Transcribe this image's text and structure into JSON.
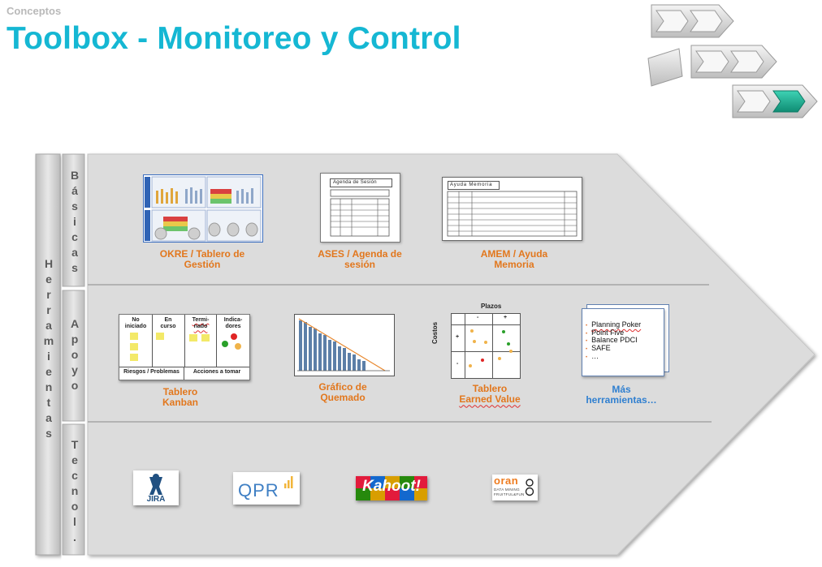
{
  "header": {
    "section": "Conceptos",
    "title": "Toolbox - Monitoreo y Control"
  },
  "labels": {
    "outer": [
      "H",
      "e",
      "r",
      "r",
      "a",
      "m",
      "i",
      "e",
      "n",
      "t",
      "a",
      "s"
    ],
    "basicas": [
      "B",
      "á",
      "s",
      "i",
      "c",
      "a",
      "s"
    ],
    "apoyo": [
      "A",
      "p",
      "o",
      "y",
      "o"
    ],
    "tecnol": [
      "T",
      "e",
      "c",
      "n",
      "o",
      "l",
      "."
    ]
  },
  "tools": {
    "okre": {
      "line1": "OKRE / Tablero de",
      "line2": "Gestión"
    },
    "ases": {
      "line1": "ASES / Agenda de",
      "line2": "sesión",
      "form_title": "Agenda de Sesión"
    },
    "amem": {
      "line1": "AMEM  / Ayuda",
      "line2": "Memoria",
      "form_title": "Ayuda Memoria"
    },
    "kanban": {
      "line1": "Tablero",
      "line2": "Kanban",
      "col1": [
        "No",
        "iniciado"
      ],
      "col2": [
        "En",
        "curso"
      ],
      "col3": [
        "Termi-",
        "nado"
      ],
      "col4": [
        "Indica-",
        "dores"
      ],
      "footer1": "Riesgos / Problemas",
      "footer2": "Acciones a tomar"
    },
    "burndown": {
      "line1": "Gráfico de",
      "line2": "Quemado"
    },
    "earned": {
      "line1": "Tablero",
      "line2": "Earned Value",
      "top_axis": "Plazos",
      "side_axis": "Costos",
      "minus": "-",
      "plus": "+"
    },
    "more": {
      "line1": "Más",
      "line2": "herramientas…",
      "items": [
        "Planning Poker",
        "Point Five",
        "Balance PDCI",
        "SAFE",
        "…"
      ]
    }
  },
  "logos": {
    "jira": "JIRA",
    "qpr": "QPR",
    "kahoot": "Kahoot!",
    "orange_word": "oran",
    "orange_sub1": "DATA MINING",
    "orange_sub2": "FRUITFUL&FUN"
  },
  "colors": {
    "title": "#15b7d3",
    "caption": "#e2771d",
    "caption_blue": "#2f7fd0",
    "arrow_fill": "#dcdcdc",
    "teal": "#19a98e"
  }
}
